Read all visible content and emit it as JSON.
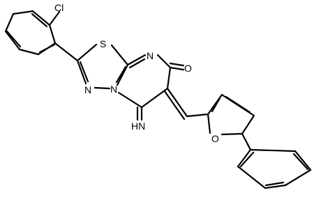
{
  "molecule": {
    "atoms": {
      "cl": "Cl",
      "s": "S",
      "n_ring_top": "N",
      "o_carbonyl": "O",
      "n_ring_a": "N",
      "n_ring_b": "N",
      "imine": "HN",
      "o_furan": "O"
    }
  },
  "colors": {
    "bond": "#000000",
    "label": "#000000",
    "background": "#ffffff"
  }
}
